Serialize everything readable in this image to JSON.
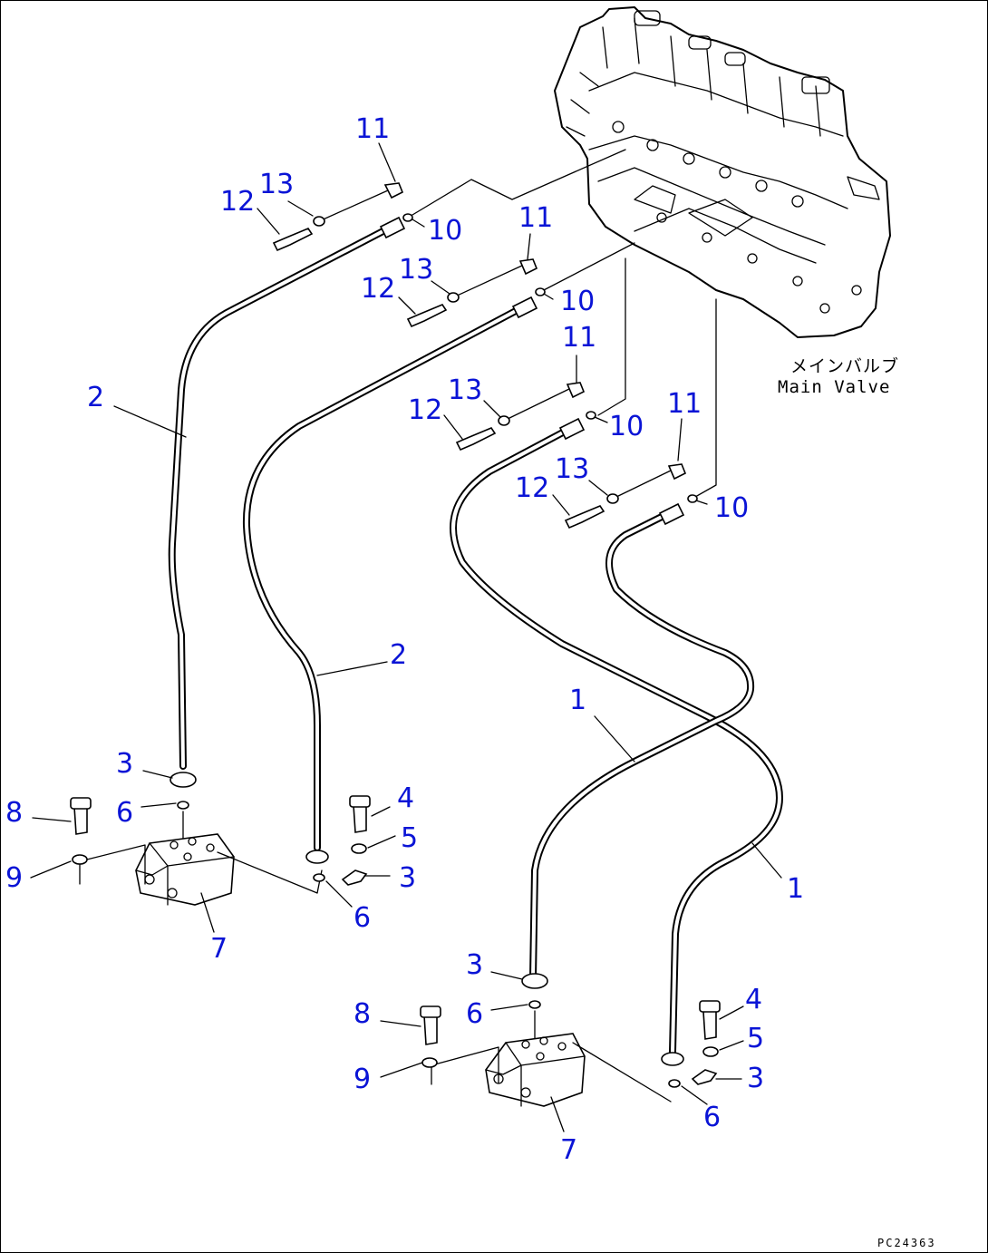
{
  "diagram": {
    "valve_label_jp": "メインバルブ",
    "valve_label_en": "Main Valve",
    "drawing_code": "PC24363"
  },
  "callouts": [
    "11",
    "13",
    "12",
    "10",
    "11",
    "13",
    "12",
    "10",
    "11",
    "13",
    "12",
    "10",
    "11",
    "13",
    "12",
    "10",
    "2",
    "2",
    "1",
    "1",
    "3",
    "6",
    "8",
    "9",
    "7",
    "4",
    "5",
    "3",
    "6",
    "3",
    "6",
    "8",
    "9",
    "7",
    "4",
    "5",
    "3",
    "6"
  ],
  "colors": {
    "callout": "#0a14d6",
    "line": "#000000",
    "background": "#ffffff"
  }
}
